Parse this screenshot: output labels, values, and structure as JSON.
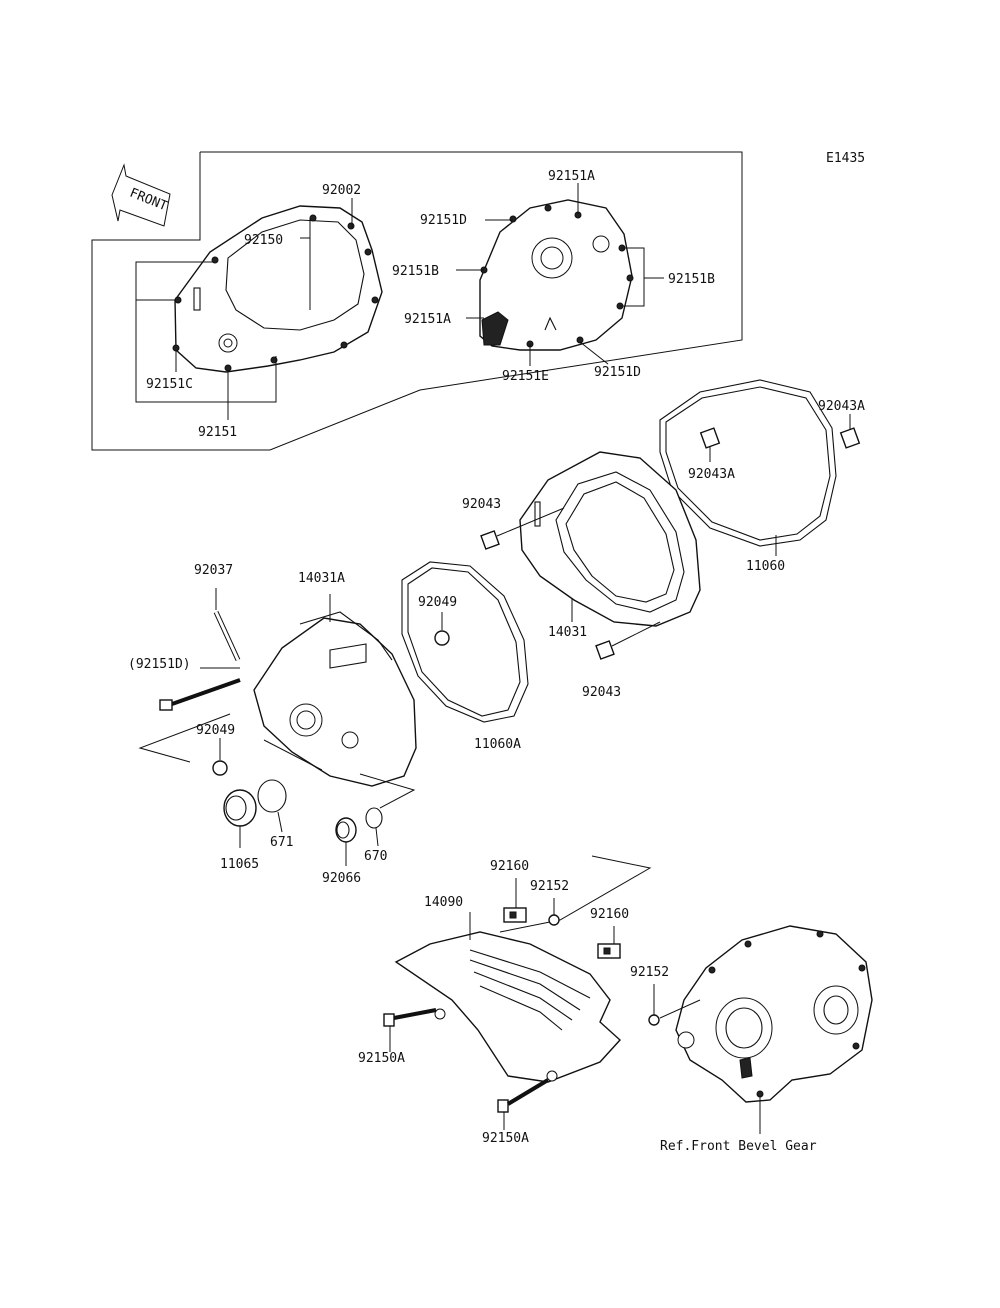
{
  "diagram_code": "E1435",
  "front_arrow_text": "FRONT",
  "reference_note": "Ref.Front Bevel Gear",
  "labels": {
    "p92002": "92002",
    "p92150": "92150",
    "p92151C": "92151C",
    "p92151": "92151",
    "p92151A_top": "92151A",
    "p92151D_top": "92151D",
    "p92151B_left": "92151B",
    "p92151B_right": "92151B",
    "p92151A_left": "92151A",
    "p92151E": "92151E",
    "p92151D_bottom": "92151D",
    "p92043A_right": "92043A",
    "p92043A_mid": "92043A",
    "p92043_top": "92043",
    "p11060": "11060",
    "p92037": "92037",
    "p14031A": "14031A",
    "p92049_gasket": "92049",
    "p92151D_paren": "(92151D)",
    "p14031": "14031",
    "p92043_bottom": "92043",
    "p11060A": "11060A",
    "p92049_left": "92049",
    "p671": "671",
    "p670": "670",
    "p11065": "11065",
    "p92066": "92066",
    "p92160_left": "92160",
    "p92152_left": "92152",
    "p14090": "14090",
    "p92160_right": "92160",
    "p92152_right": "92152",
    "p92150A_left": "92150A",
    "p92150A_bottom": "92150A"
  }
}
